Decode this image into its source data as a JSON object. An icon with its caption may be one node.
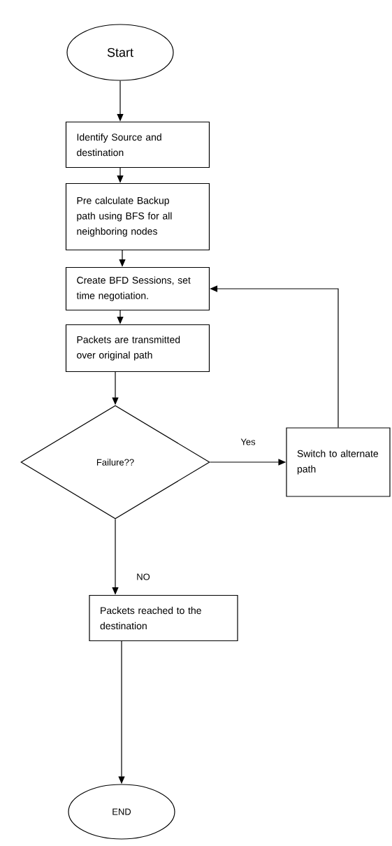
{
  "diagram": {
    "nodes": [
      {
        "text": [
          "Start"
        ]
      },
      {
        "text": [
          "Identify Source and destination"
        ]
      },
      {
        "text": [
          "Pre calculate Backup path using BFS for all neighboring nodes"
        ]
      },
      {
        "text": [
          "Create BFD Sessions, set time negotiation."
        ]
      },
      {
        "text": [
          "Packets are transmitted over original path"
        ]
      },
      {
        "text": [
          "Failure??"
        ]
      },
      {
        "text": [
          "Switch to alternate path"
        ]
      },
      {
        "text": [
          "Packets reached to the destination"
        ]
      },
      {
        "text": [
          "END"
        ]
      }
    ],
    "edges": [
      {
        "from": 0,
        "to": 1,
        "arrow": "to"
      },
      {
        "from": 1,
        "to": 2,
        "arrow": "to"
      },
      {
        "from": 2,
        "to": 3,
        "arrow": "to"
      },
      {
        "from": 3,
        "to": 4,
        "arrow": "to"
      },
      {
        "from": 4,
        "to": 5,
        "arrow": "to"
      },
      {
        "from": 5,
        "to": 6,
        "arrow": "to",
        "label": "Yes"
      },
      {
        "from": 6,
        "to": 3,
        "arrow": "to"
      },
      {
        "from": 5,
        "to": 7,
        "arrow": "to",
        "label": "NO"
      },
      {
        "from": 7,
        "to": 8,
        "arrow": "to"
      }
    ]
  }
}
